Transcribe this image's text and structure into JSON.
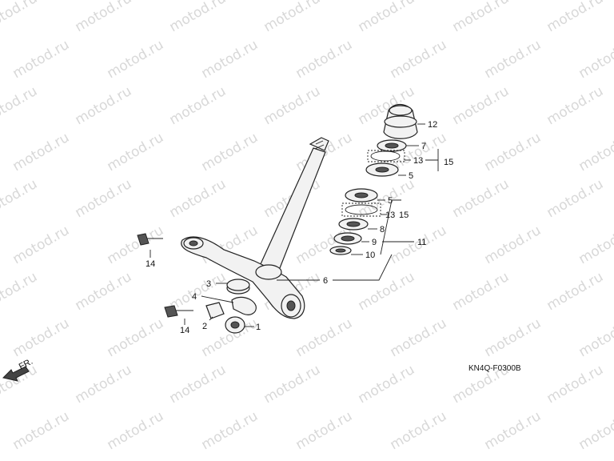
{
  "watermark": "motod.ru",
  "diagram_code": "KN4Q-F0300B",
  "direction": "FR.",
  "labels": {
    "p1": "1",
    "p2": "2",
    "p3": "3",
    "p4": "4",
    "p5a": "5",
    "p5b": "5",
    "p6": "6",
    "p7": "7",
    "p8": "8",
    "p9": "9",
    "p10": "10",
    "p11": "11",
    "p12": "12",
    "p13a": "13",
    "p13b": "13",
    "p14a": "14",
    "p14b": "14",
    "p15a": "15",
    "p15b": "15"
  },
  "colors": {
    "line": "#222222",
    "watermark": "#d8d8d8"
  }
}
